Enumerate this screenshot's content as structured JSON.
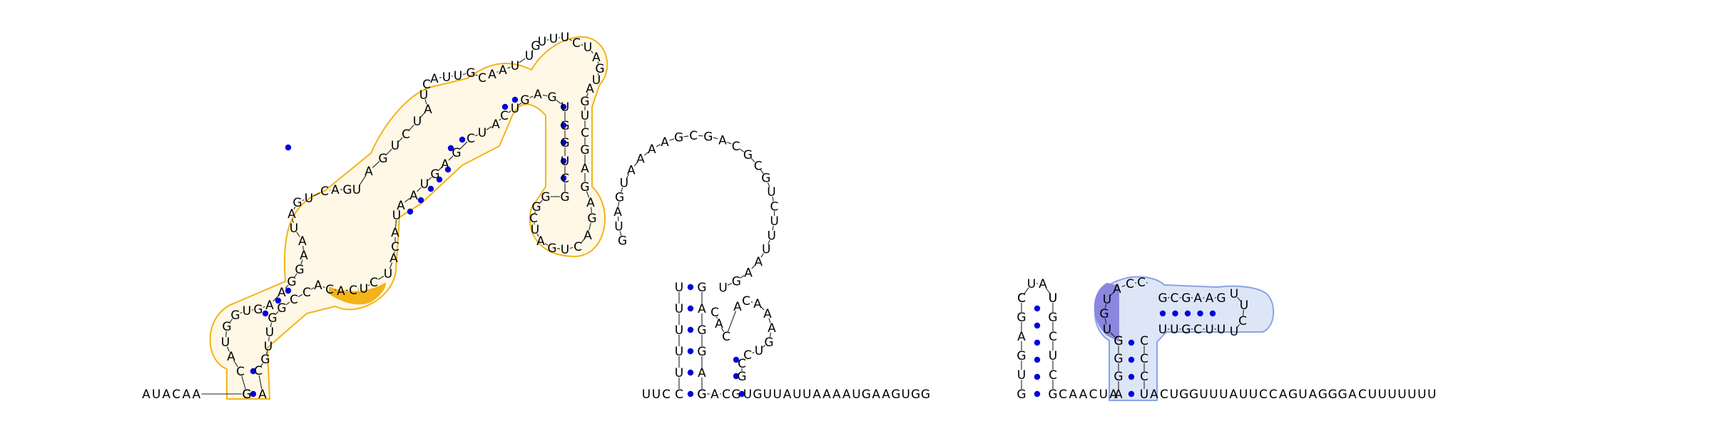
{
  "colors": {
    "background": "#ffffff",
    "nucleotide": "#000000",
    "base_pair": "#0000dd",
    "highlight_orange_outline": "#f2b418",
    "highlight_orange_fill": "#fff8e6",
    "highlight_orange_solid": "#f2b418",
    "highlight_blue_outline": "#8aa2ea",
    "highlight_blue_fill": "#dde6f7",
    "highlight_purple_solid": "#8a87df"
  },
  "structure": {
    "prefix": "AUACAAG",
    "linker": "UUC",
    "stem2_left": "GAC",
    "between": "GUUAUUAAAAUGAAGUGG",
    "stem3_left": "CAACUA",
    "tail": "ACUGGUUUAUUCCAGUAGGGACUUUUUUU"
  }
}
